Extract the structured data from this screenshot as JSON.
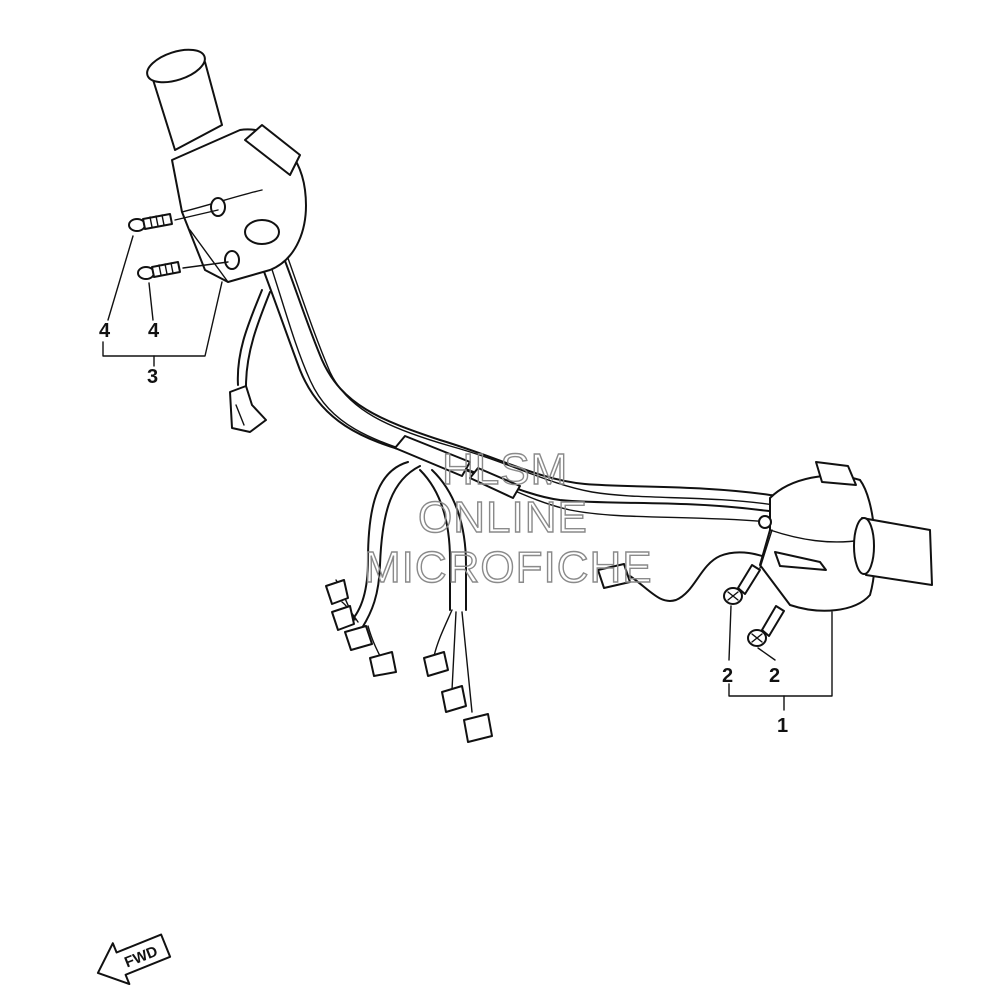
{
  "callouts": {
    "part_1": "1",
    "part_2a": "2",
    "part_2b": "2",
    "part_3": "3",
    "part_4a": "4",
    "part_4b": "4"
  },
  "direction_marker": {
    "label": "FWD"
  },
  "watermark": {
    "line1": "HLSM",
    "line2": "ONLINE",
    "line3": "MICROFICHE"
  },
  "colors": {
    "linework": "#111111",
    "watermark": "#8a8a8a",
    "background": "#ffffff"
  }
}
